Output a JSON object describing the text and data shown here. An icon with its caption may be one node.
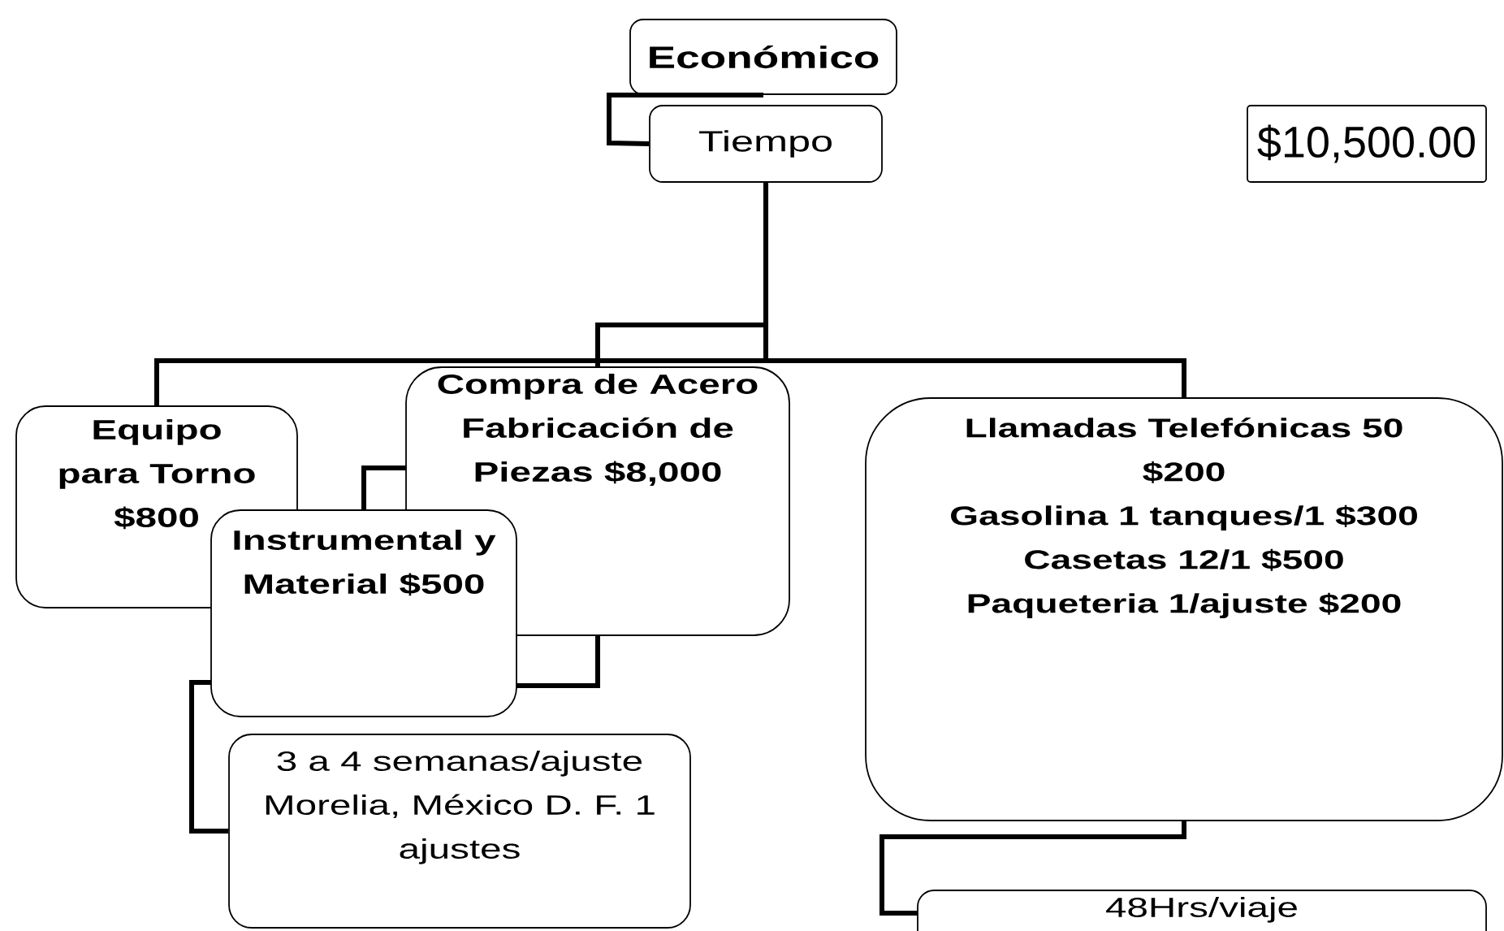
{
  "diagram": {
    "nodes": [
      {
        "text": [
          "Económico"
        ]
      },
      {
        "text": [
          "Tiempo"
        ]
      },
      {
        "text": [
          "$10,500.00"
        ]
      },
      {
        "text": [
          "Equipo para Torno $800"
        ]
      },
      {
        "text": [
          "Compra de Acero Fabricación de Piezas $8,000"
        ]
      },
      {
        "text": [
          "Instrumental y Material $500"
        ]
      },
      {
        "text": [
          "Llamadas Telefónicas 50 $200",
          "Gasolina 1 tanques/1 $300",
          "Casetas 12/1 $500",
          "Paqueteria 1/ajuste $200"
        ]
      },
      {
        "text": [
          "3 a 4 semanas/ajuste Morelia, México D. F. 1 ajustes"
        ]
      },
      {
        "text": [
          "48Hrs/viaje"
        ]
      }
    ],
    "edges": [
      {
        "from": 0,
        "to": 1,
        "arrow": "none"
      },
      {
        "from": 1,
        "to": 3,
        "arrow": "none"
      },
      {
        "from": 1,
        "to": 4,
        "arrow": "none"
      },
      {
        "from": 1,
        "to": 6,
        "arrow": "none"
      },
      {
        "from": 4,
        "to": 5,
        "arrow": "none"
      },
      {
        "from": 4,
        "to": 5,
        "arrow": "none"
      },
      {
        "from": 5,
        "to": 7,
        "arrow": "none"
      },
      {
        "from": 6,
        "to": 8,
        "arrow": "none"
      }
    ]
  }
}
